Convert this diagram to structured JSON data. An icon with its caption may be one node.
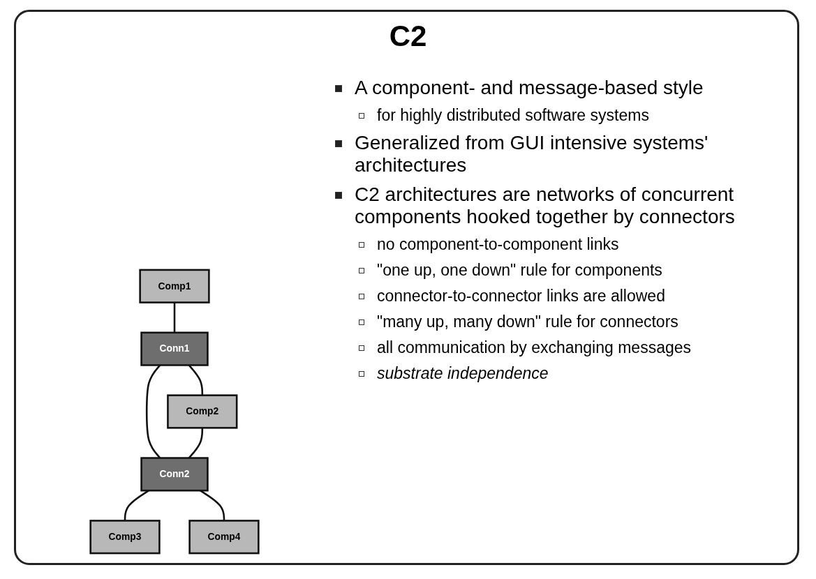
{
  "diagram": {
    "title": "C2",
    "nodes": [
      {
        "text": [
          "Comp1"
        ]
      },
      {
        "text": [
          "Conn1"
        ]
      },
      {
        "text": [
          "Comp2"
        ]
      },
      {
        "text": [
          "Conn2"
        ]
      },
      {
        "text": [
          "Comp3"
        ]
      },
      {
        "text": [
          "Comp4"
        ]
      }
    ],
    "edges": [
      {
        "from": 0,
        "to": 1,
        "arrow": "none"
      },
      {
        "from": 1,
        "to": 2,
        "arrow": "none"
      },
      {
        "from": 1,
        "to": 3,
        "arrow": "none"
      },
      {
        "from": 2,
        "to": 3,
        "arrow": "none"
      },
      {
        "from": 3,
        "to": 4,
        "arrow": "none"
      },
      {
        "from": 3,
        "to": 5,
        "arrow": "none"
      }
    ],
    "labels": [
      "A component- and message-based style",
      "for highly distributed software systems",
      "Generalized from GUI intensive systems' architectures",
      "C2 architectures are networks of concurrent components hooked together by connectors",
      "no component-to-component links",
      "\"one up, one down\" rule for components",
      "connector-to-connector links are allowed",
      "\"many up, many down\" rule for connectors",
      "all communication by exchanging messages",
      "substrate independence"
    ]
  }
}
